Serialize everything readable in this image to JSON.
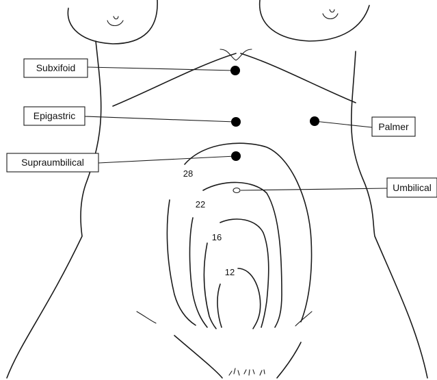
{
  "labels": {
    "subxifoid": "Subxifoid",
    "epigastric": "Epigastric",
    "supraumbilical": "Supraumbilical",
    "palmer": "Palmer",
    "umbilical": "Umbilical"
  },
  "fundal_heights": {
    "w28": "28",
    "w22": "22",
    "w16": "16",
    "w12": "12"
  }
}
